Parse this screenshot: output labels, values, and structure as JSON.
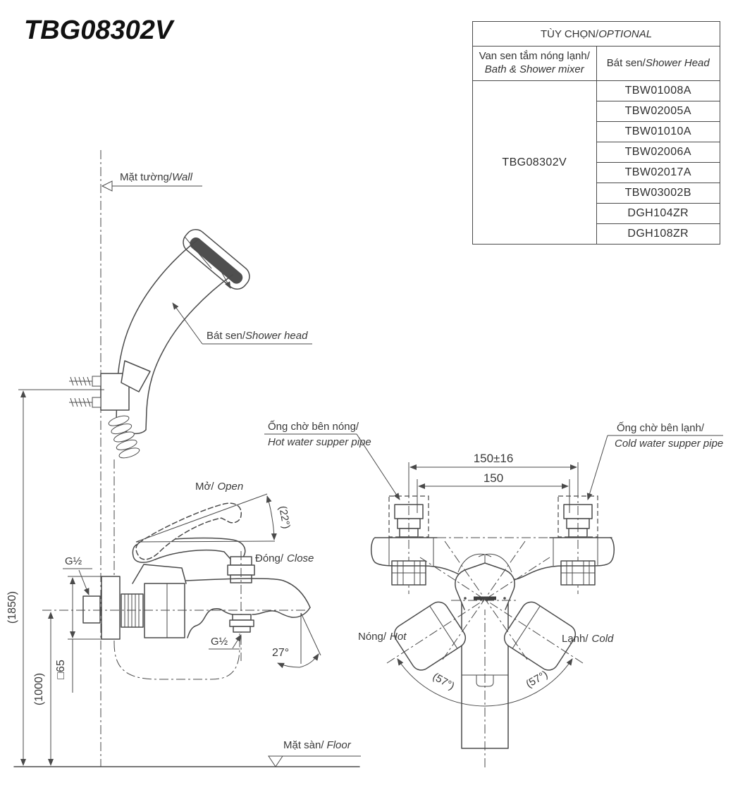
{
  "title": "TBG08302V",
  "table": {
    "header_normal": "TÙY CHỌN/",
    "header_italic": "OPTIONAL",
    "col1_line1": "Van sen tắm nóng lạnh/",
    "col1_line2": "Bath & Shower mixer",
    "col2_normal": "Bát sen/",
    "col2_italic": "Shower Head",
    "product_code": "TBG08302V",
    "shower_heads": [
      "TBW01008A",
      "TBW02005A",
      "TBW01010A",
      "TBW02006A",
      "TBW02017A",
      "TBW03002B",
      "DGH104ZR",
      "DGH108ZR"
    ]
  },
  "side_view": {
    "wall_label_vn": "Mặt tường/",
    "wall_label_en": "Wall",
    "shower_label_vn": "Bát sen/",
    "shower_label_en": "Shower head",
    "open_vn": "Mở/",
    "open_en": "Open",
    "open_angle": "(22°)",
    "close_vn": "Đóng/",
    "close_en": "Close",
    "g_half_wall": "G½",
    "g_half_outlet": "G½",
    "spout_angle": "27°",
    "dim_height_total": "(1850)",
    "dim_height_valve": "(1000)",
    "dim_square": "□65",
    "floor_label_vn": "Mặt sàn/",
    "floor_label_en": "Floor"
  },
  "front_view": {
    "hot_pipe_vn": "Ống chờ bên nóng/",
    "hot_pipe_en": "Hot water supper pipe",
    "cold_pipe_vn": "Ống chờ bên lạnh/",
    "cold_pipe_en": "Cold water supper pipe",
    "dim_tolerance": "150±16",
    "dim_center": "150",
    "hot_vn": "Nóng/",
    "hot_en": "Hot",
    "cold_vn": "Lạnh/",
    "cold_en": "Cold",
    "angle_left": "(57°)",
    "angle_right": "(57°)"
  },
  "colors": {
    "line": "#4a4a4a",
    "text": "#3a3a3a",
    "background": "#ffffff"
  }
}
